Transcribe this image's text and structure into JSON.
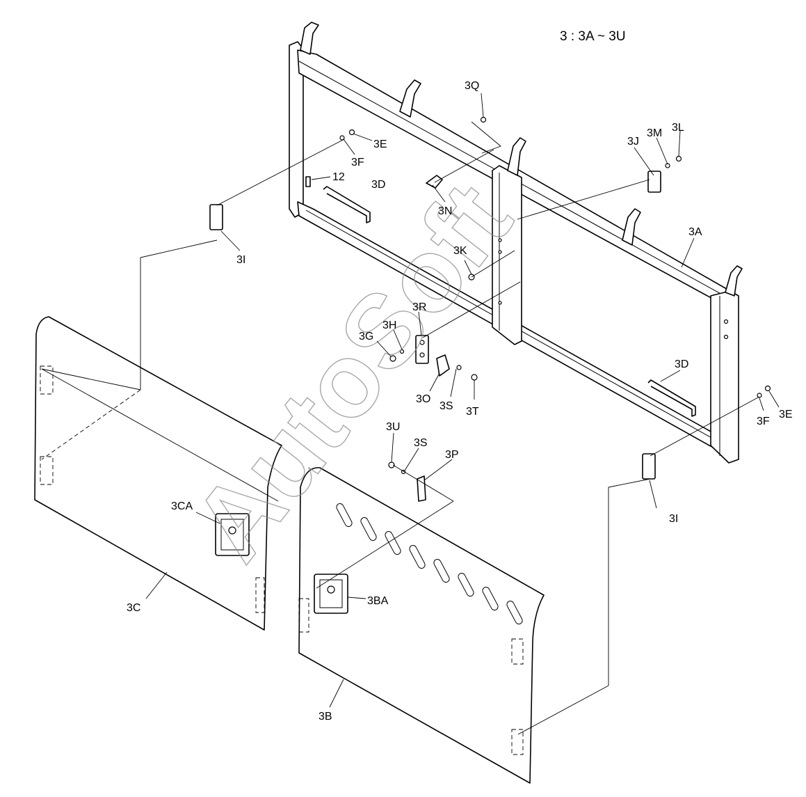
{
  "title": "3 : 3A ~ 3U",
  "watermark": "AutoSoft",
  "labels": {
    "l3Q": "3Q",
    "l3E_top": "3E",
    "l3F_top": "3F",
    "l12": "12",
    "l3D_top": "3D",
    "l3N": "3N",
    "l3J": "3J",
    "l3M": "3M",
    "l3L": "3L",
    "l3I_left": "3I",
    "l3A": "3A",
    "l3K": "3K",
    "l3R": "3R",
    "l3H": "3H",
    "l3G": "3G",
    "l3O": "3O",
    "l3S_a": "3S",
    "l3T": "3T",
    "l3D_right": "3D",
    "l3F_right": "3F",
    "l3E_right": "3E",
    "l3U": "3U",
    "l3S_b": "3S",
    "l3P": "3P",
    "l3I_right": "3I",
    "l3CA": "3CA",
    "l3C": "3C",
    "l3BA": "3BA",
    "l3B": "3B"
  }
}
